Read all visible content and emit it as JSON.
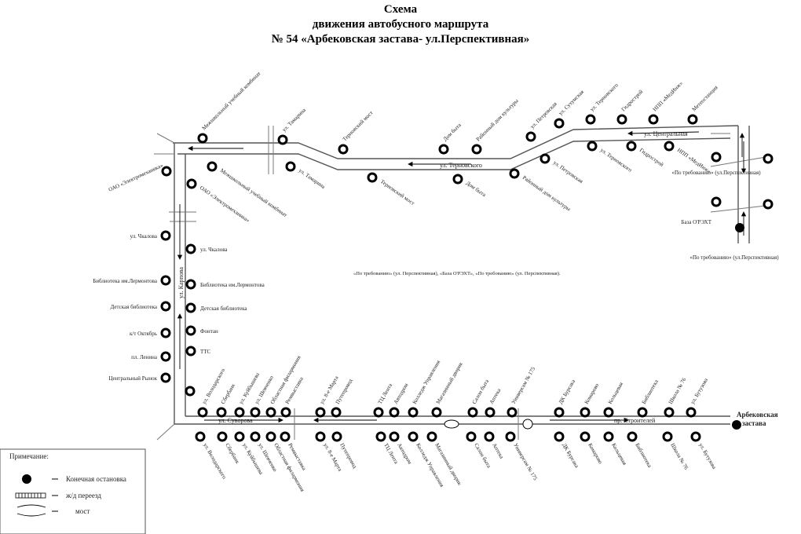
{
  "title": {
    "line1": "Схема",
    "line2": "движения автобусного маршрута",
    "line3": "№ 54 «Арбековская застава- ул.Перспективная»"
  },
  "streets": {
    "tsentralnaya": "ул. Центральная",
    "terninskogo": "ул. Терновского",
    "karpova": "ул. Карпова",
    "suvorova": "ул. Суворова",
    "stroiteley": "пр. Строителей"
  },
  "terminal_label": "Арбековская застава",
  "request_note": "«По требованию» (ул. Перспективная), «База О'РЭХТ», «По требованию» (ул. Перспективная).",
  "legend": {
    "title": "Примечание:",
    "terminal": "Конечная остановка",
    "railway": "ж/д переезд",
    "bridge": "мост"
  },
  "stops": {
    "top_a": [
      "Межшкольный учебный комбинат",
      "ул. Тамарина",
      "Терновский мост",
      "Дом быта",
      "Районный дом культуры",
      "ул. Петровская",
      "ул. Сухумская",
      "ул. Терновского",
      "Гидрострой",
      "НПП «МедИнж»",
      "Метеостанция"
    ],
    "top_b": [
      "ОАО «Электромеханика»",
      "Межшкольный учебный комбинат",
      "ОАО «Электромеханика»",
      "ул. Тамарина",
      "Терновский мост",
      "Дом быта",
      "Районный дом культуры",
      "ул. Петровская",
      "ул. Терновского",
      "Гидрострой",
      "НПП «МедИнж»"
    ],
    "right": [
      "«По требованию» (ул.Перспективная)",
      "База О'РЭХТ",
      "«По требованию» (ул.Перспективная)"
    ],
    "left_a": [
      "ул. Чкалова",
      "Библиотека им.Лермонтова",
      "Детская библиотека",
      "к/т Октябрь",
      "пл. Ленина",
      "Центральный Рынок"
    ],
    "left_b": [
      "ул. Чкалова",
      "Библиотека им.Лермонтова",
      "Детская библиотека",
      "Фонтан",
      "ТТС"
    ],
    "bottom_a": [
      "ул. Володарского",
      "Сбербанк",
      "ул. Куйбышева",
      "ул. Шевченко",
      "Областная филармония",
      "Ремвыставка",
      "ул. 8-е Марта",
      "Путепровод",
      "ТЦ Лента",
      "Автодром",
      "Колледж Управления",
      "Магазинный дворик",
      "Салон быта",
      "Аптека",
      "Универсам № 175",
      "ДК Бурсака",
      "Комарово",
      "Кольцевая",
      "Библиотека",
      "Школа № 76",
      "ул. Бутузова"
    ],
    "bottom_b": [
      "ул. Володарского",
      "Сбербанк",
      "ул. Куйбышева",
      "ул. Шевченко",
      "Областная филармония",
      "Ремвыставка",
      "ул. 8-е Марта",
      "Путепровод",
      "ТЦ Лента",
      "Автодром",
      "Колледж Управления",
      "Магазинный дворик",
      "Салон быта",
      "Аптека",
      "Универсам № 175",
      "ДК Бурсака",
      "Комарово",
      "Кольцевая",
      "Библиотека",
      "Школа № 76",
      "ул. Бутузова"
    ]
  }
}
